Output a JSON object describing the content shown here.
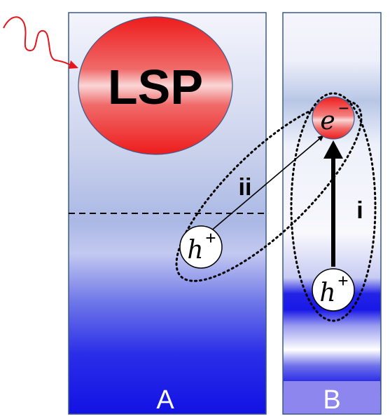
{
  "panel_a": {
    "label": "A",
    "lsp_label": "LSP",
    "hole_symbol": "h",
    "hole_charge": "+",
    "transition_label": "ii"
  },
  "panel_b": {
    "label": "B",
    "electron_symbol": "e",
    "electron_charge": "−",
    "hole_symbol": "h",
    "hole_charge": "+",
    "transition_label": "i"
  },
  "colors": {
    "lsp_red": "#ee1c1c",
    "band_blue": "#1414e6",
    "border": "#3b5a8c",
    "light_arrow": "#e8141c",
    "bottom_strip_b": "#8c86ee"
  }
}
